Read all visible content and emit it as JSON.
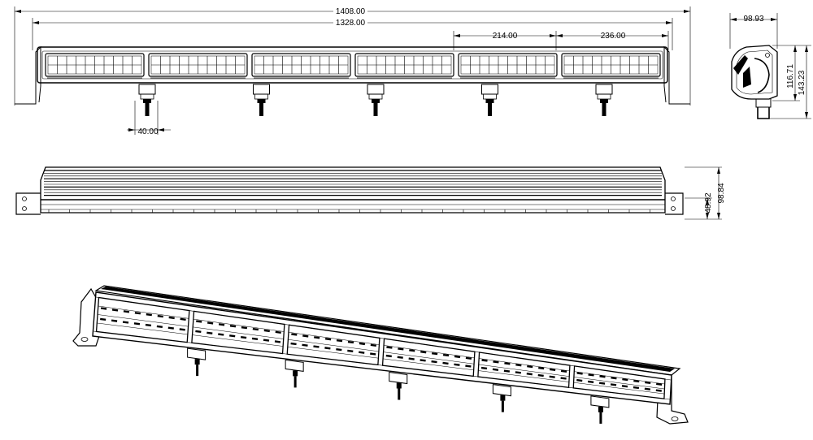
{
  "front_view": {
    "dims": {
      "overall_length": "1408.00",
      "mount_span": "1328.00",
      "section_a": "214.00",
      "section_b": "236.00",
      "bracket_width": "40.00"
    },
    "module_count": 6,
    "mount_count": 5
  },
  "side_view": {
    "dims": {
      "depth": "98.93",
      "height_inner": "116.71",
      "height_total": "143.23"
    }
  },
  "top_view": {
    "dims": {
      "body_depth": "48.92",
      "total_depth": "98.84"
    }
  },
  "iso_view": {
    "module_count": 6
  }
}
